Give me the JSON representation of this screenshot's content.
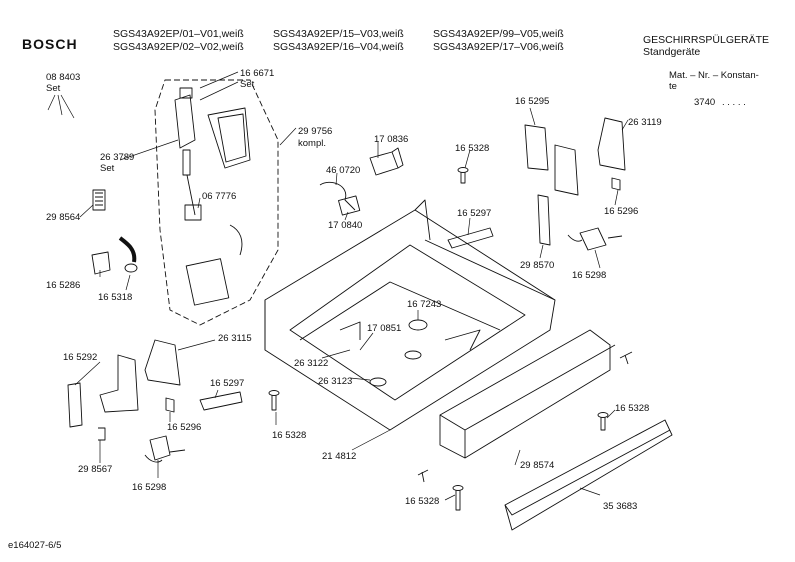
{
  "header": {
    "brand": "BOSCH",
    "models": [
      "SGS43A92EP/01–V01,weiß",
      "SGS43A92EP/02–V02,weiß",
      "SGS43A92EP/15–V03,weiß",
      "SGS43A92EP/16–V04,weiß",
      "SGS43A92EP/99–V05,weiß",
      "SGS43A92EP/17–V06,weiß"
    ],
    "category": "GESCHIRRSPÜLGERÄTE",
    "subcategory": "Standgeräte",
    "mat_label_1": "Mat. – Nr. – Konstan-",
    "mat_label_2": "te",
    "mat_value": "3740",
    "mat_dots": ". . . . ."
  },
  "parts": {
    "p088403": "08 8403",
    "set1": "Set",
    "p166671": "16 6671",
    "set2": "Set",
    "p299756": "29 9756",
    "kompl": "kompl.",
    "p170836": "17 0836",
    "p165328_top": "16 5328",
    "p165295": "16 5295",
    "p263119": "26 3119",
    "p263789": "26 3789",
    "set3": "Set",
    "p460720": "46 0720",
    "p067776": "06 7776",
    "p298564": "29 8564",
    "p170840": "17 0840",
    "p165297_r": "16 5297",
    "p165296_r": "16 5296",
    "p298570": "29 8570",
    "p165298_r": "16 5298",
    "p165286": "16 5286",
    "p165318": "16 5318",
    "p167243": "16 7243",
    "p263115": "26 3115",
    "p170851": "17 0851",
    "p165292": "16 5292",
    "p263122": "26 3122",
    "p263123": "26 3123",
    "p165297_l": "16 5297",
    "p165296_l": "16 5296",
    "p165328_mid": "16 5328",
    "p165328_right": "16 5328",
    "p214812": "21 4812",
    "p298574": "29 8574",
    "p298567": "29 8567",
    "p165298_l": "16 5298",
    "p165328_bottom": "16 5328",
    "p353683": "35 3683"
  },
  "footer": {
    "code": "e164027-6/5"
  }
}
